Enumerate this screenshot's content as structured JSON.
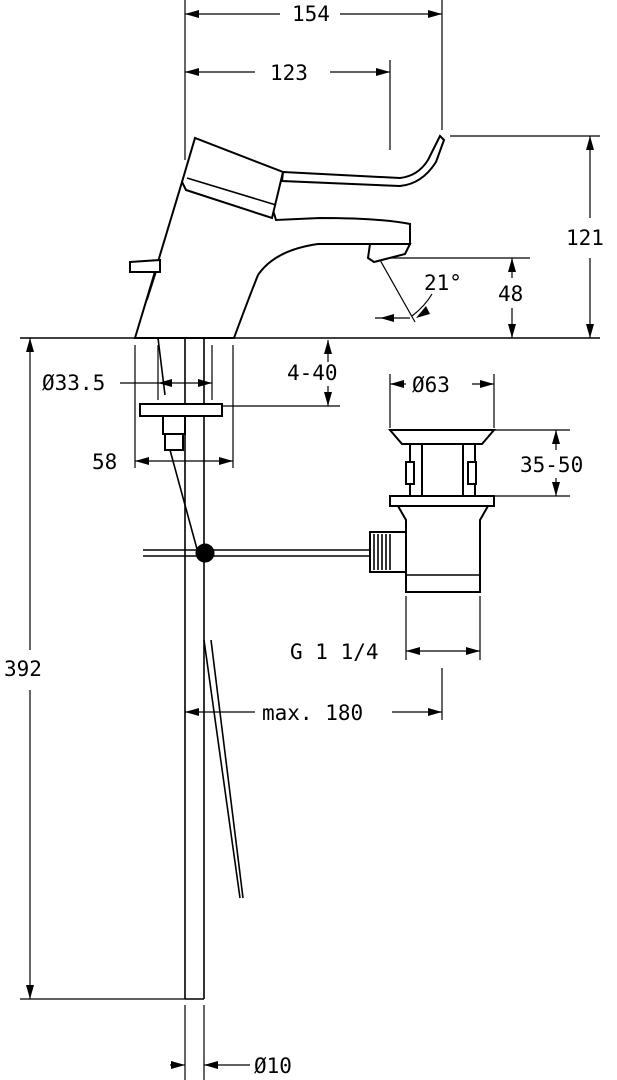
{
  "drawing": {
    "background": "#ffffff",
    "line_color": "#000000",
    "dimensions": {
      "overall_width": "154",
      "spout_reach": "123",
      "total_height": "121",
      "spout_height": "48",
      "spout_angle": "21°",
      "tap_hole_diameter": "Ø33.5",
      "deck_thickness": "4-40",
      "flange_width": "58",
      "supply_length": "392",
      "supply_diameter": "Ø10",
      "waste_diameter": "Ø63",
      "waste_adjust": "35-50",
      "waste_thread": "G 1 1/4",
      "pull_rod_length": "max. 180"
    }
  }
}
